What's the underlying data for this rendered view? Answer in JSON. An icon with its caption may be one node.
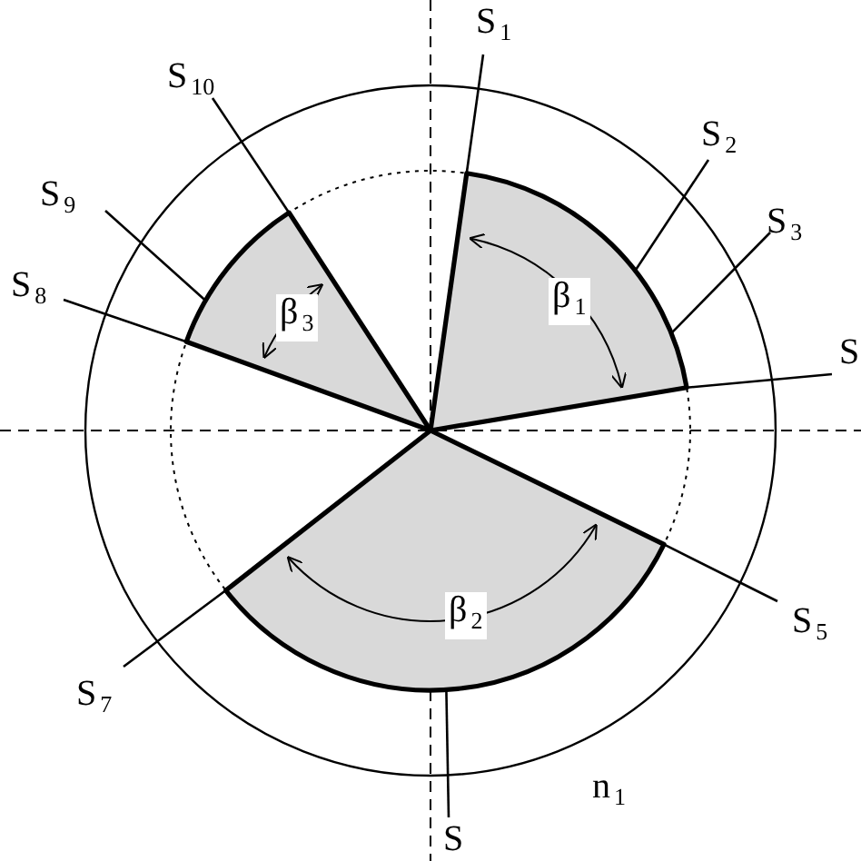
{
  "diagram": {
    "nodes": [
      {
        "text": [
          "S$_{1}$"
        ]
      },
      {
        "text": [
          "S$_{2}$"
        ]
      },
      {
        "text": [
          "S$_{3}$"
        ]
      },
      {
        "text": [
          "S"
        ]
      },
      {
        "text": [
          "S$_{5}$"
        ]
      },
      {
        "text": [
          "S"
        ]
      },
      {
        "text": [
          "S$_{7}$"
        ]
      },
      {
        "text": [
          "S$_{8}$"
        ]
      },
      {
        "text": [
          "S$_{9}$"
        ]
      },
      {
        "text": [
          "S$_{10}$"
        ]
      },
      {
        "text": [],
        "shape": "sector"
      },
      {
        "text": [],
        "shape": "sector"
      },
      {
        "text": [],
        "shape": "sector"
      }
    ],
    "edges": [
      {
        "from": 0,
        "to": 10,
        "arrow": "none"
      },
      {
        "from": 1,
        "to": 10,
        "arrow": "none"
      },
      {
        "from": 2,
        "to": 10,
        "arrow": "none"
      },
      {
        "from": 3,
        "to": 10,
        "arrow": "none"
      },
      {
        "from": 4,
        "to": 11,
        "arrow": "none"
      },
      {
        "from": 5,
        "to": 11,
        "arrow": "none"
      },
      {
        "from": 6,
        "to": 11,
        "arrow": "none"
      },
      {
        "from": 7,
        "to": 12,
        "arrow": "none"
      },
      {
        "from": 8,
        "to": 12,
        "arrow": "none"
      },
      {
        "from": 9,
        "to": 12,
        "arrow": "none"
      }
    ],
    "labels": [
      "β$_{1}$",
      "β$_{3}$",
      "β$_{2}$",
      "n$_{1}$"
    ]
  }
}
